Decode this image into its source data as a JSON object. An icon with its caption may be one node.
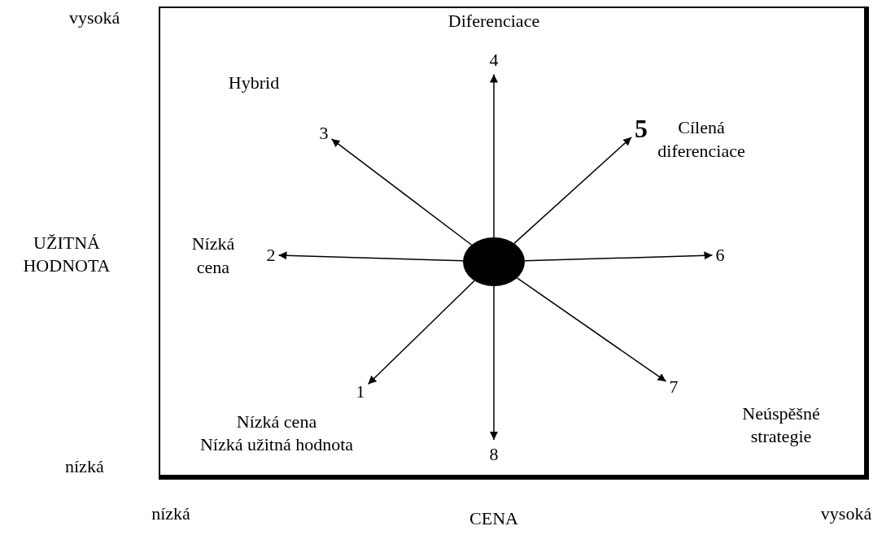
{
  "diagram": {
    "nodes": [
      {
        "text": [],
        "shape": "box"
      },
      {
        "text": [],
        "shape": "circle",
        "in": 0
      },
      {
        "text": [
          "1"
        ],
        "in": 0,
        "beside": [
          "Nízká cena",
          "Nízká užitná hodnota"
        ]
      },
      {
        "text": [
          "2"
        ],
        "in": 0,
        "beside": [
          "Nízká cena"
        ]
      },
      {
        "text": [
          "3"
        ],
        "in": 0,
        "beside": [
          "Hybrid"
        ]
      },
      {
        "text": [
          "4"
        ],
        "in": 0,
        "beside": [
          "Diferenciace"
        ]
      },
      {
        "text": [
          "5"
        ],
        "in": 0,
        "beside": [
          "Cílená diferenciace"
        ]
      },
      {
        "text": [
          "6"
        ],
        "in": 0
      },
      {
        "text": [
          "7"
        ],
        "in": 0
      },
      {
        "text": [
          "8"
        ],
        "in": 0
      }
    ],
    "edges": [
      {
        "from": 1,
        "to": 2,
        "arrow": "to"
      },
      {
        "from": 1,
        "to": 3,
        "arrow": "to"
      },
      {
        "from": 1,
        "to": 4,
        "arrow": "to"
      },
      {
        "from": 1,
        "to": 5,
        "arrow": "to"
      },
      {
        "from": 1,
        "to": 6,
        "arrow": "to"
      },
      {
        "from": 1,
        "to": 7,
        "arrow": "to"
      },
      {
        "from": 1,
        "to": 8,
        "arrow": "to"
      },
      {
        "from": 1,
        "to": 9,
        "arrow": "to"
      }
    ],
    "labels": [
      "vysoká",
      "UŽITNÁ HODNOTA",
      "Neúspěšné strategie",
      "nízká",
      "nízká",
      "CENA",
      "vysoká"
    ]
  }
}
